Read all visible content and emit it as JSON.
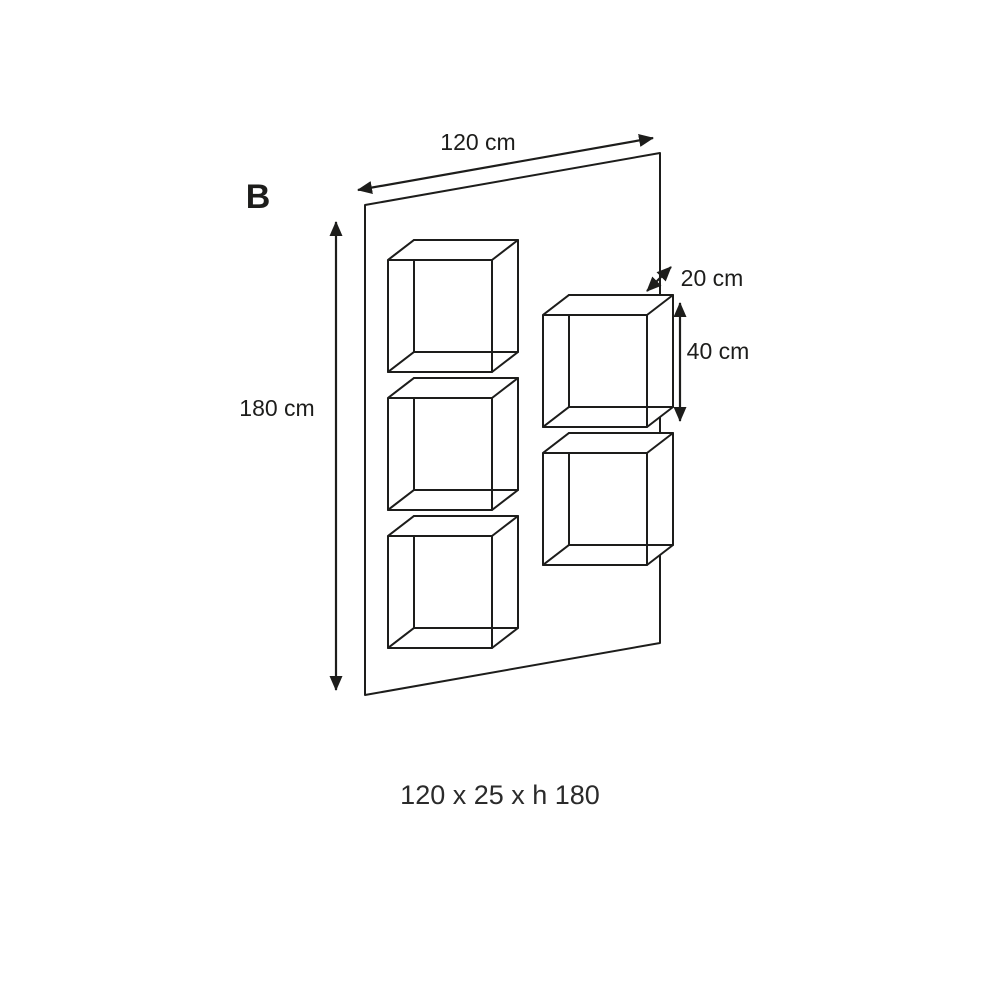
{
  "figure": {
    "variant_label": "B",
    "caption": "120 x 25 x h 180",
    "description": "Technical dimension drawing of a wall panel with five open box shelves"
  },
  "dimensions": {
    "width": {
      "label": "120 cm"
    },
    "height": {
      "label": "180 cm"
    },
    "depth": {
      "label": "20 cm"
    },
    "spacing": {
      "label": "40 cm"
    }
  },
  "colors": {
    "line": "#1d1d1b",
    "background": "#ffffff"
  }
}
